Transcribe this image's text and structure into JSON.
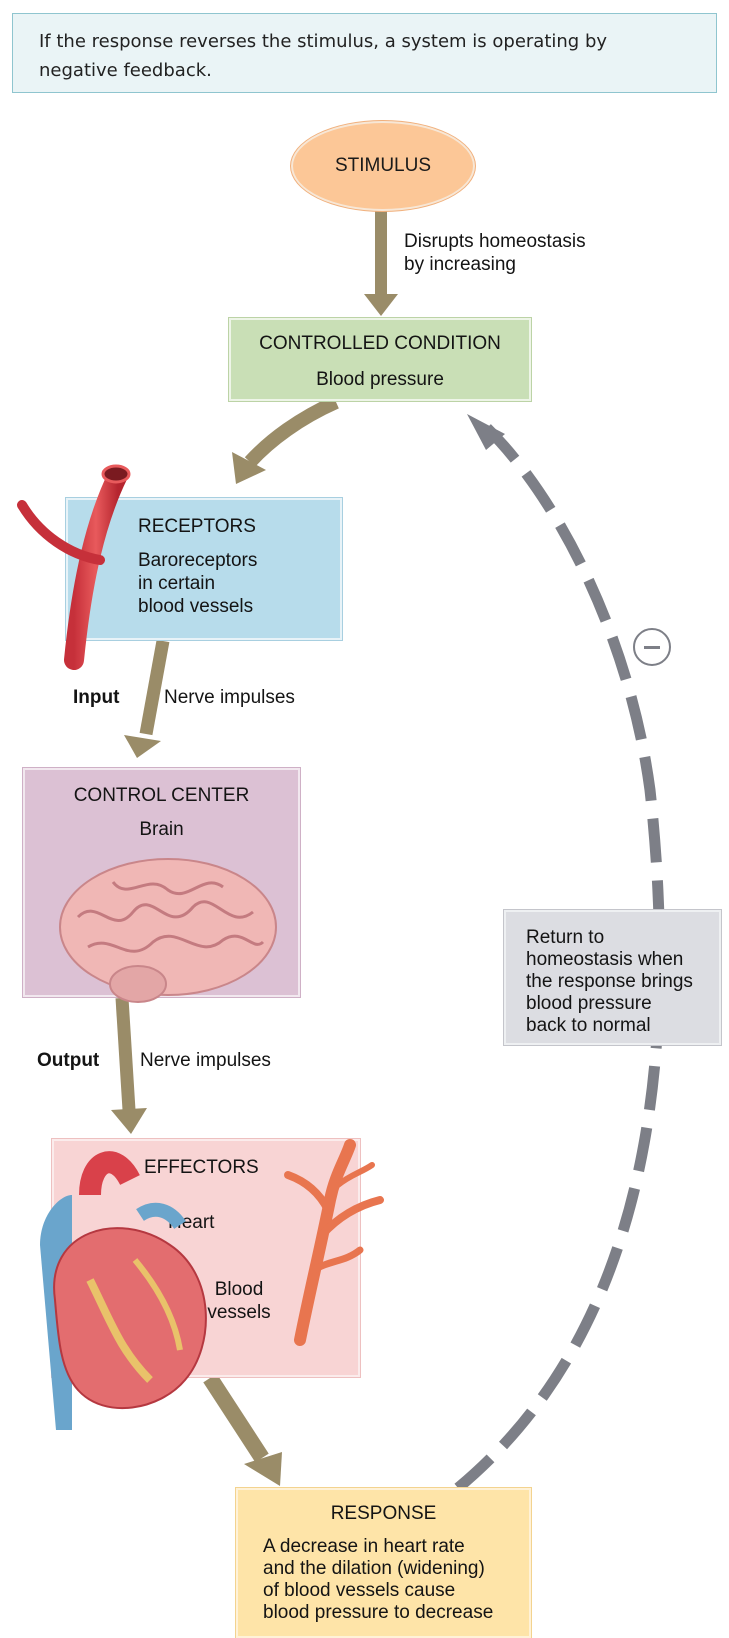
{
  "callout": "If the response reverses the stimulus, a system is operating by negative feedback.",
  "stimulus": {
    "label": "STIMULUS",
    "arrow_text": "Disrupts homeostasis\nby increasing"
  },
  "controlled_condition": {
    "title": "CONTROLLED CONDITION",
    "text": "Blood pressure"
  },
  "receptors": {
    "title": "RECEPTORS",
    "text": "Baroreceptors\nin certain\nblood vessels"
  },
  "input": {
    "label": "Input",
    "text": "Nerve impulses"
  },
  "control_center": {
    "title": "CONTROL CENTER",
    "text": "Brain"
  },
  "output": {
    "label": "Output",
    "text": "Nerve impulses"
  },
  "effectors": {
    "title": "EFFECTORS",
    "heart": "Heart",
    "vessels": "Blood\nvessels"
  },
  "response": {
    "title": "RESPONSE",
    "text": "A decrease in heart rate\nand the dilation (widening)\nof blood vessels cause\nblood pressure to decrease"
  },
  "return_note": "Return to\nhomeostasis when\nthe response brings\nblood pressure\nback to normal",
  "colors": {
    "arrow": "#9a8c68",
    "feedback": "#7d7f87",
    "stimulus": "#fcc797",
    "condition": "#c9dfb6",
    "receptors": "#b7dceb",
    "control_center": "#dcc1d4",
    "effectors": "#f8d4d4",
    "response": "#fee4a8",
    "return": "#dcdde2"
  }
}
